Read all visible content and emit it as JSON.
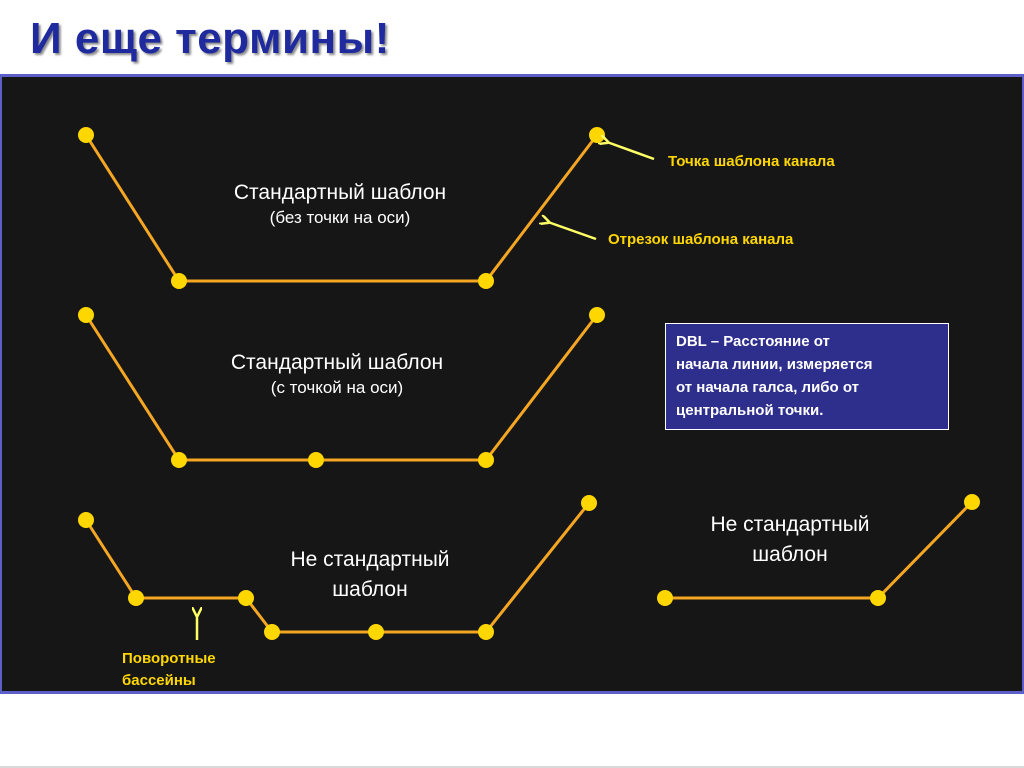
{
  "slide": {
    "title": "И еще термины!"
  },
  "labels": {
    "template1_main": "Стандартный шаблон",
    "template1_sub": "(без точки на оси)",
    "template2_main": "Стандартный шаблон",
    "template2_sub": "(с точкой на оси)",
    "nonstandard1_line1": "Не стандартный",
    "nonstandard1_line2": "шаблон",
    "nonstandard2_line1": "Не стандартный",
    "nonstandard2_line2": "шаблон"
  },
  "callouts": {
    "point": "Точка шаблона канала",
    "segment": "Отрезок шаблона канала",
    "turning_basins_line1": "Поворотные",
    "turning_basins_line2": "бассейны"
  },
  "info_box": {
    "line1": "DBL – Расстояние от",
    "line2": "начала линии, измеряется",
    "line3": "от начала галса, либо от",
    "line4": "центральной точки."
  },
  "colors": {
    "title": "#1f2a9e",
    "panel_background": "#161616",
    "panel_border": "#5b5fc7",
    "line": "#f5a623",
    "point": "#ffd700",
    "callout_text": "#ffd700",
    "info_box_background": "#2e2e8c"
  }
}
